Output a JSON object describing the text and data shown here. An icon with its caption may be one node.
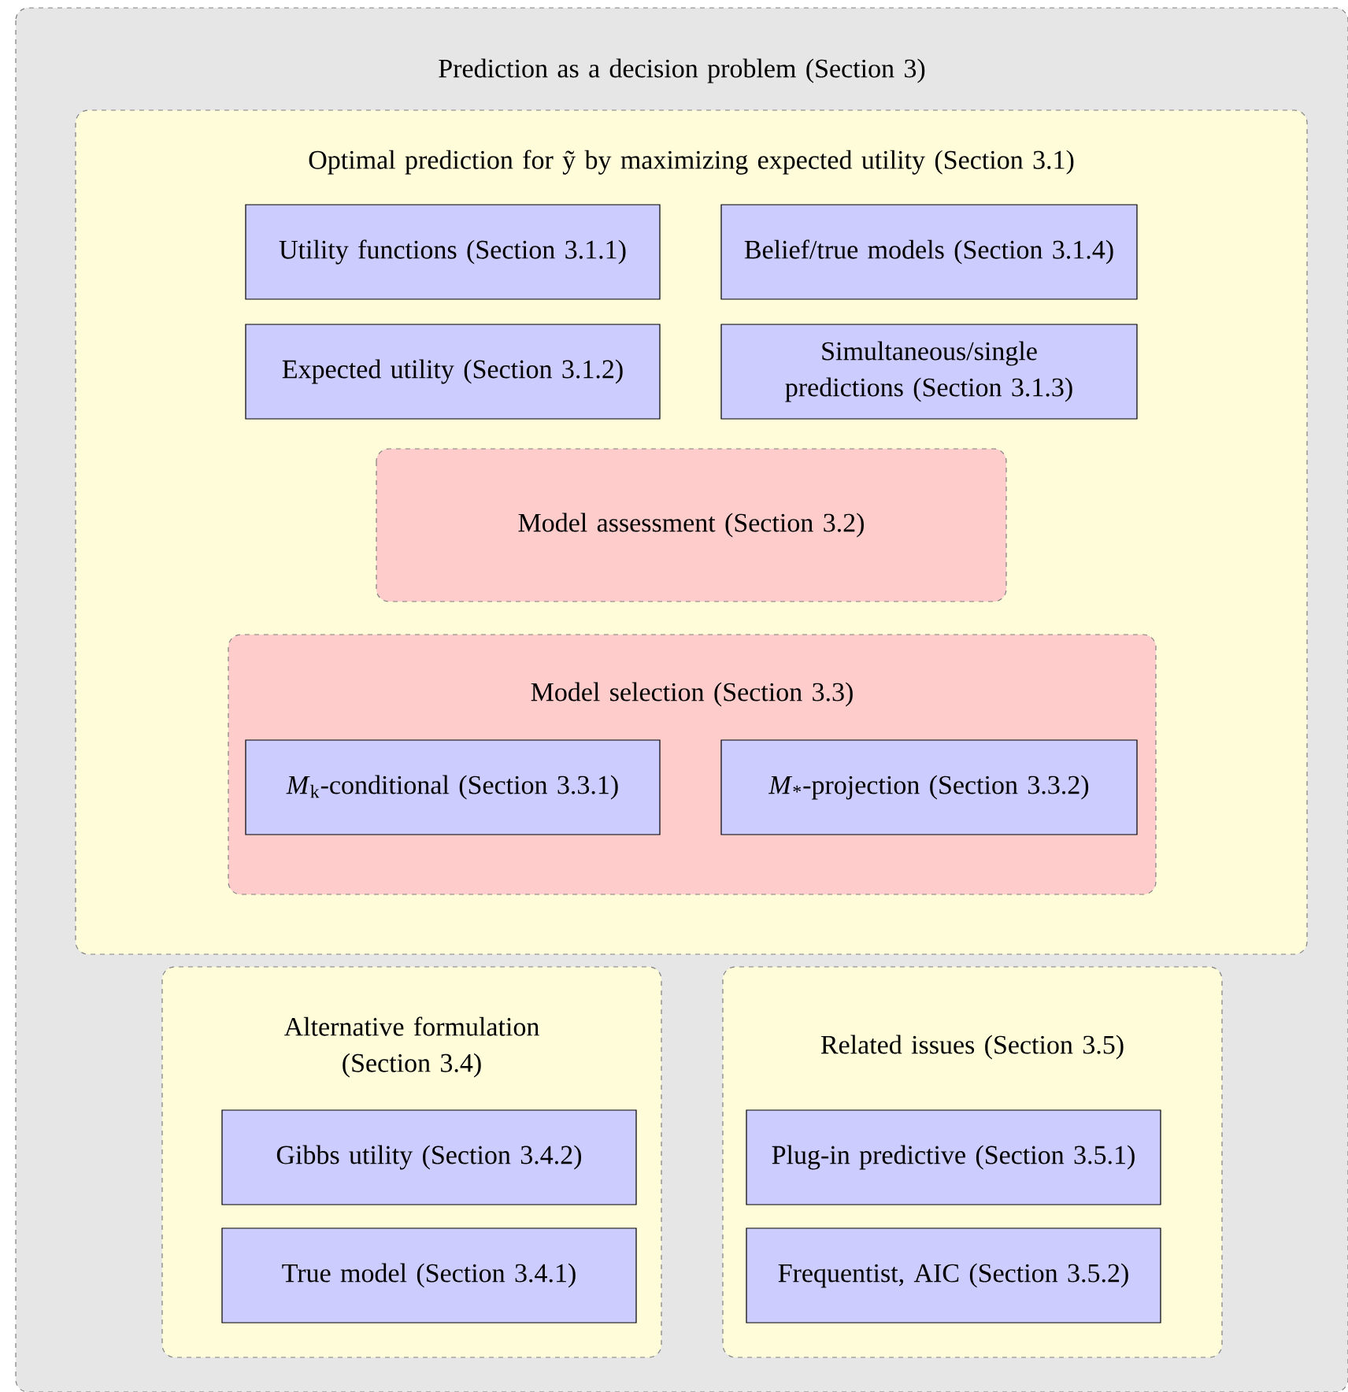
{
  "diagram": {
    "nodes": [
      {
        "text": [
          "Prediction as a decision problem (Section 3)"
        ]
      },
      {
        "text": [
          "Optimal prediction for ỹ by maximizing expected utility (Section 3.1)"
        ],
        "in": 0
      },
      {
        "text": [
          "Utility functions (Section 3.1.1)"
        ],
        "in": 1
      },
      {
        "text": [
          "Belief/true models (Section 3.1.4)"
        ],
        "in": 1
      },
      {
        "text": [
          "Expected utility (Section 3.1.2)"
        ],
        "in": 1
      },
      {
        "text": [
          "Simultaneous/single predictions (Section 3.1.3)"
        ],
        "in": 1
      },
      {
        "text": [
          "Model assessment (Section 3.2)"
        ],
        "in": 1
      },
      {
        "text": [
          "Model selection (Section 3.3)"
        ],
        "in": 1
      },
      {
        "text": [
          "*M*$_{k}$-conditional (Section 3.3.1)"
        ],
        "in": 7
      },
      {
        "text": [
          "*M*$_{*}$-projection (Section 3.3.2)"
        ],
        "in": 7
      },
      {
        "text": [
          "Alternative formulation (Section 3.4)"
        ],
        "in": 0
      },
      {
        "text": [
          "Gibbs utility (Section 3.4.2)"
        ],
        "in": 10
      },
      {
        "text": [
          "True model (Section 3.4.1)"
        ],
        "in": 10
      },
      {
        "text": [
          "Related issues (Section 3.5)"
        ],
        "in": 0
      },
      {
        "text": [
          "Plug-in predictive (Section 3.5.1)"
        ],
        "in": 13
      },
      {
        "text": [
          "Frequentist, AIC (Section 3.5.2)"
        ],
        "in": 13
      }
    ],
    "edges": []
  }
}
